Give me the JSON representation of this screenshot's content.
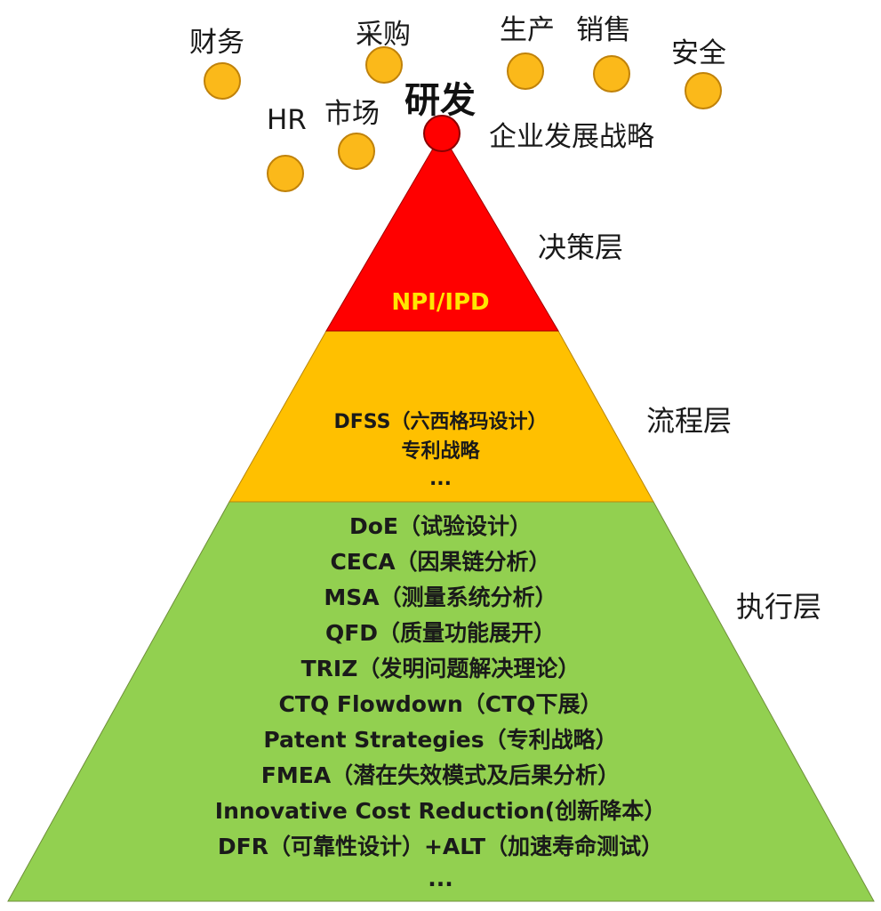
{
  "top": {
    "title": "研发",
    "departments": [
      "财务",
      "采购",
      "生产",
      "销售",
      "安全",
      "HR",
      "市场",
      "企业发展战略"
    ]
  },
  "layers": {
    "decision": {
      "label": "决策层",
      "items": [
        "NPI/IPD"
      ]
    },
    "process": {
      "label": "流程层",
      "items": [
        "DFSS（六西格玛设计）",
        "专利战略",
        "..."
      ]
    },
    "execution": {
      "label": "执行层",
      "items": [
        "DoE（试验设计）",
        "CECA（因果链分析）",
        "MSA（测量系统分析）",
        "QFD（质量功能展开）",
        "TRIZ（发明问题解决理论）",
        "CTQ Flowdown（CTQ下展）",
        "Patent Strategies（专利战略）",
        "FMEA（潜在失效模式及后果分析）",
        "Innovative Cost Reduction(创新降本）",
        "DFR（可靠性设计）+ALT（加速寿命测试）",
        "..."
      ]
    }
  },
  "colors": {
    "decision": "#ff0000",
    "process": "#ffc000",
    "execution": "#92d050",
    "dot": "#fbb91a",
    "dot_border": "#c0820a",
    "decision_text": "#ffe600"
  }
}
